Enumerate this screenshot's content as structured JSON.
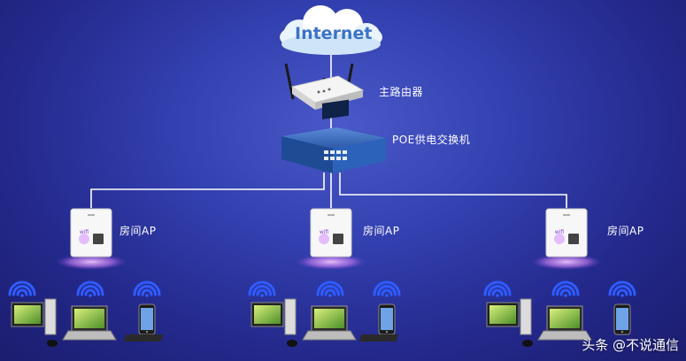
{
  "internet_label": "Internet",
  "router_label": "主路由器",
  "switch_label": "POE供电交换机",
  "ap_nodes": [
    {
      "label": "房间AP",
      "logo": "wifi"
    },
    {
      "label": "房间AP",
      "logo": "wifi"
    },
    {
      "label": "房间AP",
      "logo": "wifi"
    }
  ],
  "watermark": "头条 @不说通信",
  "colors": {
    "background": "#2a2f9c",
    "link_line": "#ffffff",
    "ap_glow": "#d79bff",
    "wifi_signal": "#2f5bff"
  },
  "icons": [
    "cloud-icon",
    "router-icon",
    "switch-icon",
    "access-point-icon",
    "desktop-pc-icon",
    "laptop-icon",
    "smartphone-icon",
    "wifi-signal-icon"
  ]
}
